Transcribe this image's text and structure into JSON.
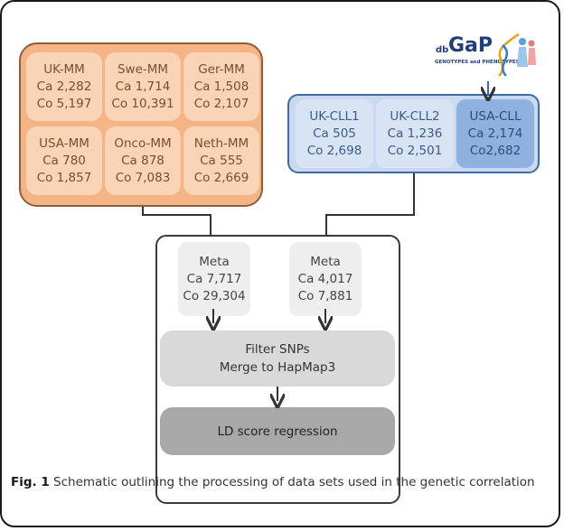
{
  "mm_cohorts": [
    {
      "name": "UK-MM",
      "ca": "Ca 2,282",
      "co": "Co 5,197"
    },
    {
      "name": "Swe-MM",
      "ca": "Ca 1,714",
      "co": "Co 10,391"
    },
    {
      "name": "Ger-MM",
      "ca": "Ca 1,508",
      "co": "Co 2,107"
    },
    {
      "name": "USA-MM",
      "ca": "Ca 780",
      "co": "Co 1,857"
    },
    {
      "name": "Onco-MM",
      "ca": "Ca 878",
      "co": "Co 7,083"
    },
    {
      "name": "Neth-MM",
      "ca": "Ca 555",
      "co": "Co 2,669"
    }
  ],
  "cll_cohorts": [
    {
      "name": "UK-CLL1",
      "ca": "Ca 505",
      "co": "Co 2,698"
    },
    {
      "name": "UK-CLL2",
      "ca": "Ca 1,236",
      "co": "Co 2,501"
    },
    {
      "name": "USA-CLL",
      "ca": "Ca 2,174",
      "co": "Co2,682"
    }
  ],
  "logo": {
    "db": "db",
    "gap": "GaP",
    "subtitle": "GENOTYPES and PHENOTYPES"
  },
  "meta": [
    {
      "title": "Meta",
      "ca": "Ca 7,717",
      "co": "Co 29,304"
    },
    {
      "title": "Meta",
      "ca": "Ca 4,017",
      "co": "Co 7,881"
    }
  ],
  "filter": {
    "line1": "Filter SNPs",
    "line2": "Merge to HapMap3"
  },
  "ld": "LD score regression",
  "caption": {
    "label": "Fig. 1",
    "text": " Schematic outlining the processing of data sets used in the genetic correlation"
  }
}
